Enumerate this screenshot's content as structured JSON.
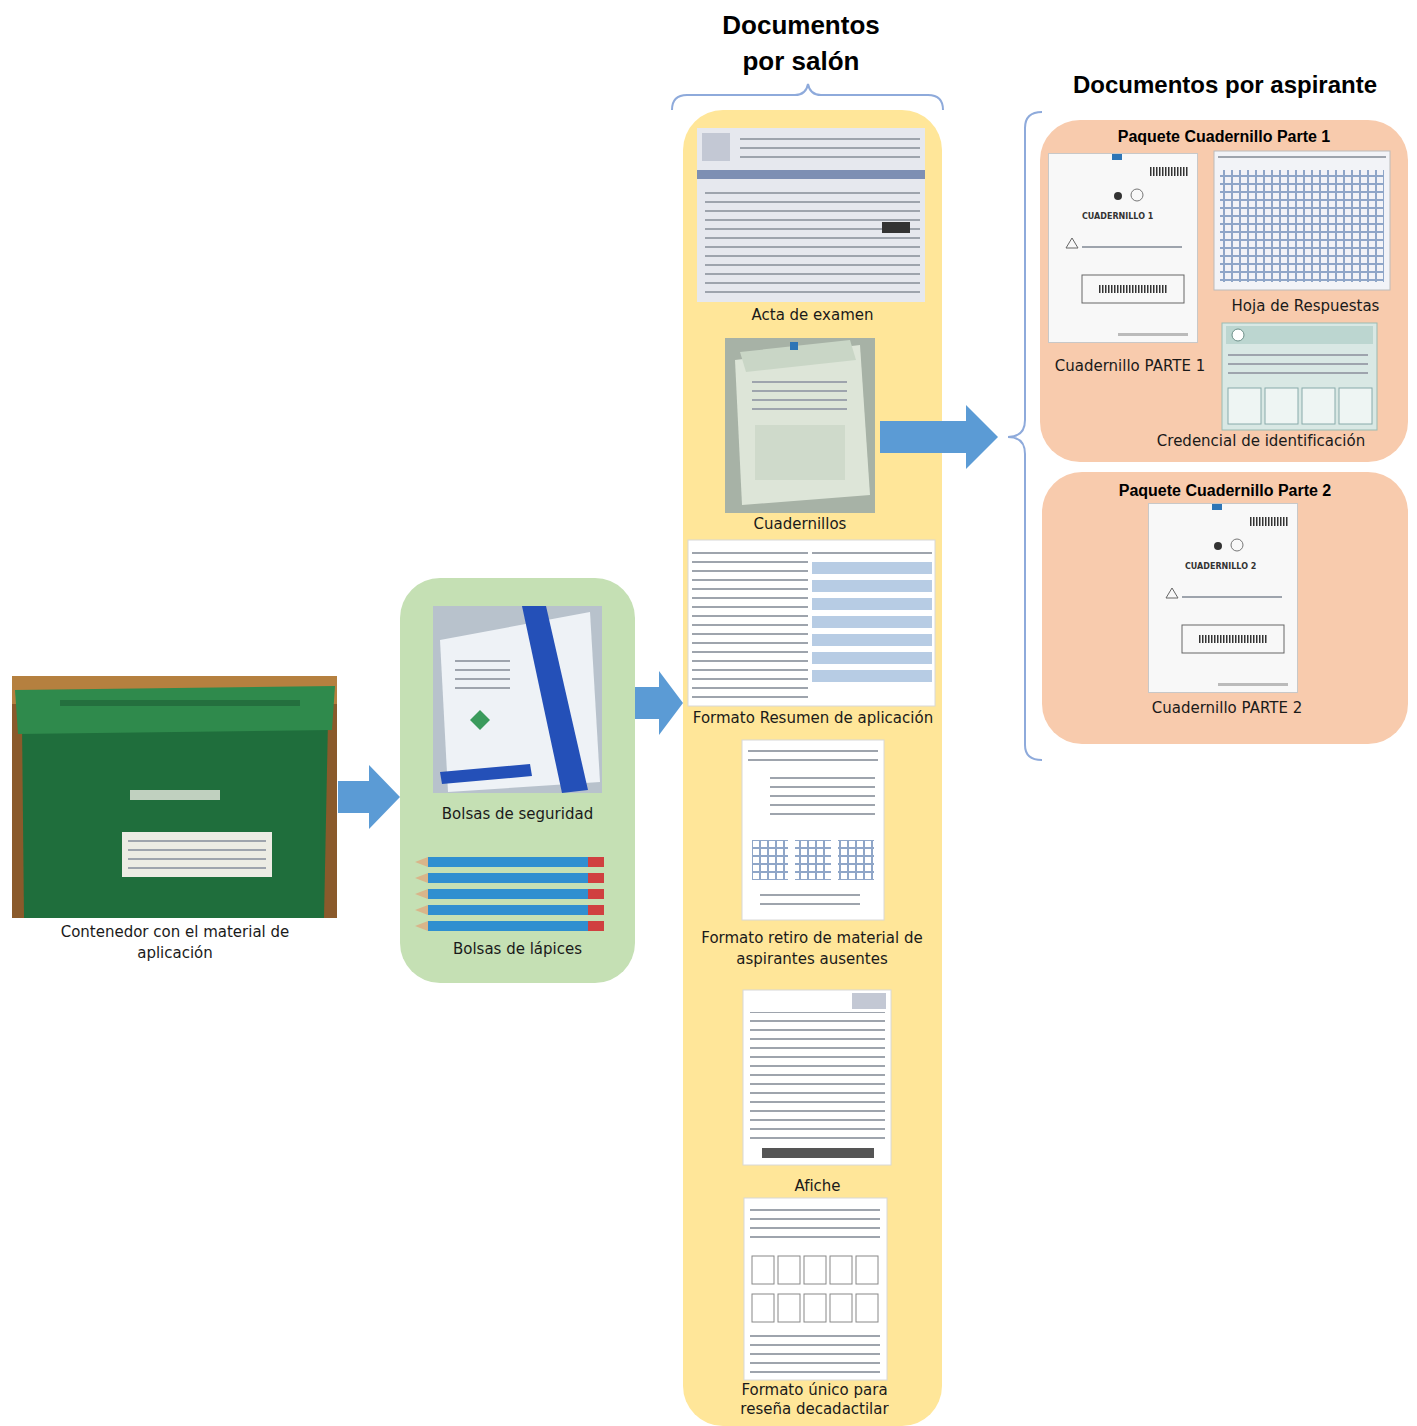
{
  "diagram": {
    "nodes": [
      {
        "text": [
          "Contenedor con el material de aplicación"
        ]
      },
      {
        "text": [
          "Bolsas de seguridad",
          "Bolsas de lápices"
        ]
      },
      {
        "text": [
          "Documentos por salón"
        ]
      },
      {
        "text": [
          "Acta de examen"
        ],
        "in": 2
      },
      {
        "text": [
          "Cuadernillos"
        ],
        "in": 2
      },
      {
        "text": [
          "Formato Resumen de aplicación"
        ],
        "in": 2
      },
      {
        "text": [
          "Formato retiro de material de aspirantes ausentes"
        ],
        "in": 2
      },
      {
        "text": [
          "Afiche"
        ],
        "in": 2
      },
      {
        "text": [
          "Formato único para reseña decadactilar"
        ],
        "in": 2
      },
      {
        "text": [
          "Documentos por aspirante"
        ]
      },
      {
        "text": [
          "Paquete Cuadernillo Parte 1",
          "Cuadernillo PARTE 1",
          "Hoja de Respuestas",
          "Credencial de identificación"
        ],
        "in": 9
      },
      {
        "text": [
          "Paquete Cuadernillo Parte 2",
          "Cuadernillo PARTE 2"
        ],
        "in": 9
      }
    ],
    "edges": [
      {
        "from": 0,
        "to": 1,
        "arrow": "to"
      },
      {
        "from": 1,
        "to": 2,
        "arrow": "to"
      },
      {
        "from": 4,
        "to": 9,
        "arrow": "to"
      }
    ],
    "labels": [
      "CUADERNILLO 1",
      "CUADERNILLO 2"
    ]
  }
}
